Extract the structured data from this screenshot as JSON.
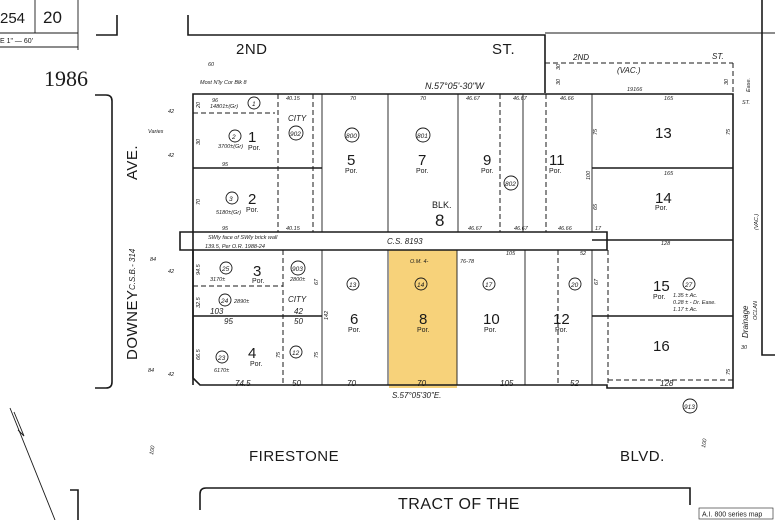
{
  "header": {
    "book_page": "254",
    "sheet": "20",
    "scale": "E 1\" — 60'",
    "year": "1986"
  },
  "colors": {
    "highlight_parcel": "#f7d27a",
    "ink": "#1a1a1a",
    "paper": "#ffffff"
  },
  "streets": {
    "north_1": "2ND",
    "north_2": "ST.",
    "north_vacated_1": "2ND",
    "north_vacated_2": "ST.",
    "vacated": "(VAC.)",
    "south_1": "FIRESTONE",
    "south_2": "BLVD.",
    "west_1": "DOWNEY",
    "west_2": "AVE.",
    "west_ref": "C.S.B.- 314",
    "west_varies": "Varies",
    "east_ease": "Ease.",
    "east_st": "ST.",
    "east_vac": "(VAC.)",
    "drainage": "Drainage",
    "drainage_ref": "OCLAN",
    "width_100": "100",
    "width_60": "60"
  },
  "block": {
    "label": "BLK.",
    "number": "8"
  },
  "bearings": {
    "north": "N.57°05'-30\"W",
    "south": "S.57°05'30\"E.",
    "cs": "C.S. 8193",
    "om": "O.M. 4-",
    "ref": "76-78"
  },
  "notes": {
    "corner": "Most N'ly Cor Blk 8",
    "wall_1": "SWly face of SWly brick wall",
    "wall_2": "139.5, Per O.R. 1988-24",
    "acreage_1": "1.35 ± Ac.",
    "acreage_2": "0.28 ± - Dr. Ease.",
    "acreage_3": "1.17 ± Ac.",
    "footer_note": "A.I. 800 series map",
    "tract": "TRACT OF THE"
  },
  "por": "Por.",
  "city": "CITY",
  "lots": [
    {
      "number": "1",
      "apn": "2",
      "area": "3700±(Gr)"
    },
    {
      "number": "2",
      "apn": "3",
      "area": "5180±(Gr)"
    },
    {
      "number": "5",
      "apn": "800"
    },
    {
      "number": "7",
      "apn": "801"
    },
    {
      "number": "9",
      "apn": "802"
    },
    {
      "number": "11"
    },
    {
      "number": "13"
    },
    {
      "number": "14"
    },
    {
      "number": "3",
      "apn": "25",
      "area": "3170±"
    },
    {
      "number": "4",
      "apn": "23",
      "area": "6170±"
    },
    {
      "number": "6",
      "apn": "13"
    },
    {
      "number": "8",
      "apn": "14"
    },
    {
      "number": "10",
      "apn": "17"
    },
    {
      "number": "12",
      "apn": "20"
    },
    {
      "number": "15",
      "apn": "27"
    },
    {
      "number": "16"
    }
  ],
  "other_parcels": [
    {
      "apn": "1",
      "area": "14801±(Gr)"
    },
    {
      "apn": "902"
    },
    {
      "apn": "903",
      "area": "2800±"
    },
    {
      "apn": "24",
      "area": "2890±"
    },
    {
      "apn": "12"
    },
    {
      "apn": "913"
    }
  ],
  "dimensions": {
    "top": [
      "96",
      "40.15",
      "70",
      "70",
      "46.67",
      "46.67",
      "46.66",
      "19166",
      "165"
    ],
    "mid_upper": [
      "95",
      "40.15",
      "46.67",
      "46.67",
      "46.66",
      "17",
      "165",
      "128",
      "95"
    ],
    "mid_lower": [
      "105",
      "52",
      "103",
      "42",
      "95",
      "50"
    ],
    "bottom": [
      "74.5",
      "50",
      "70",
      "70",
      "105",
      "52",
      "128"
    ],
    "sides": [
      "20",
      "30",
      "70",
      "94.5",
      "32.5",
      "66.5",
      "75",
      "75",
      "142",
      "67",
      "67",
      "75",
      "100",
      "65",
      "75",
      "75",
      "84",
      "84",
      "42",
      "42",
      "42",
      "42",
      "30",
      "30",
      "30",
      "30"
    ]
  }
}
